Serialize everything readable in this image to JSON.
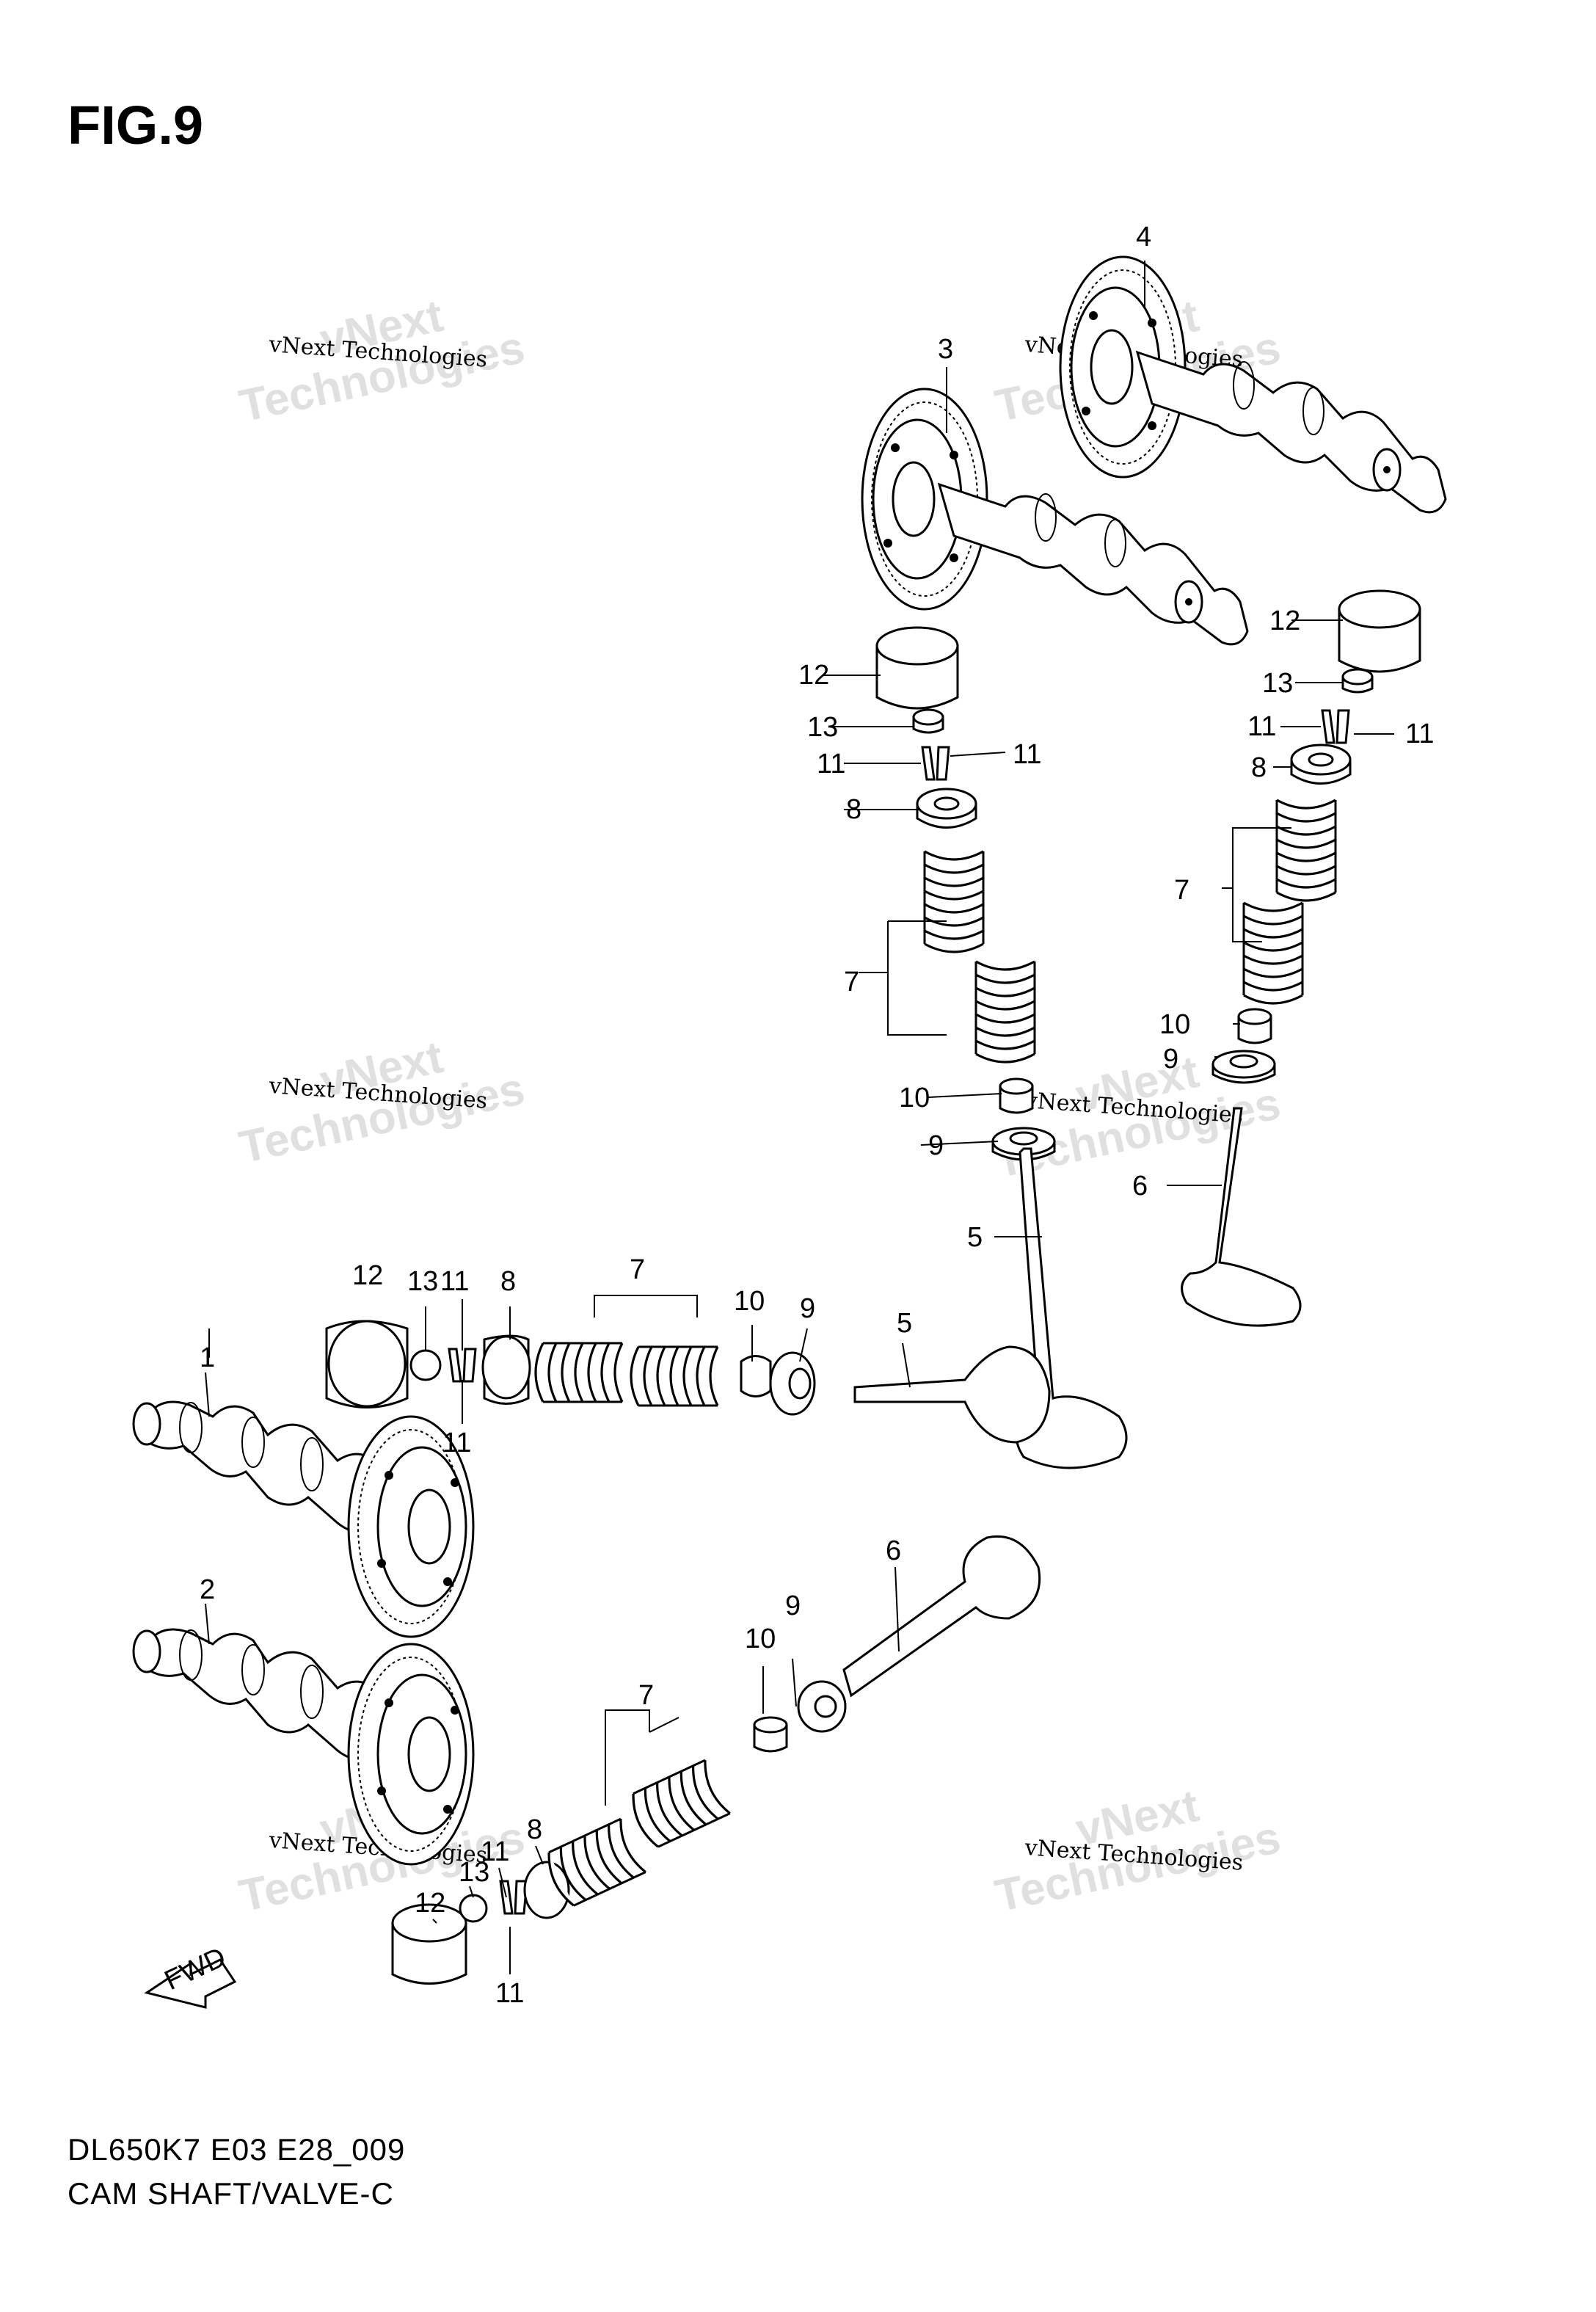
{
  "figure": {
    "title": "FIG.9",
    "model_code": "DL650K7 E03 E28_009",
    "part_name": "CAM SHAFT/VALVE-C"
  },
  "watermark": {
    "small": "vNext Technologies",
    "big_line1": "vNext",
    "big_line2": "Technologies"
  },
  "fwd_arrow": {
    "label": "FWD"
  },
  "callouts": {
    "c1": "1",
    "c2": "2",
    "c3": "3",
    "c4": "4",
    "c5a": "5",
    "c5b": "5",
    "c6a": "6",
    "c6b": "6",
    "c7a": "7",
    "c7b": "7",
    "c7c": "7",
    "c7d": "7",
    "c8a": "8",
    "c8b": "8",
    "c8c": "8",
    "c8d": "8",
    "c9a": "9",
    "c9b": "9",
    "c9c": "9",
    "c9d": "9",
    "c10a": "10",
    "c10b": "10",
    "c10c": "10",
    "c10d": "10",
    "c11a": "11",
    "c11b": "11",
    "c11c": "11",
    "c11d": "11",
    "c11e": "11",
    "c11f": "11",
    "c11g": "11",
    "c11h": "11",
    "c12a": "12",
    "c12b": "12",
    "c12c": "12",
    "c12d": "12",
    "c13a": "13",
    "c13b": "13",
    "c13c": "13",
    "c13d": "13"
  }
}
